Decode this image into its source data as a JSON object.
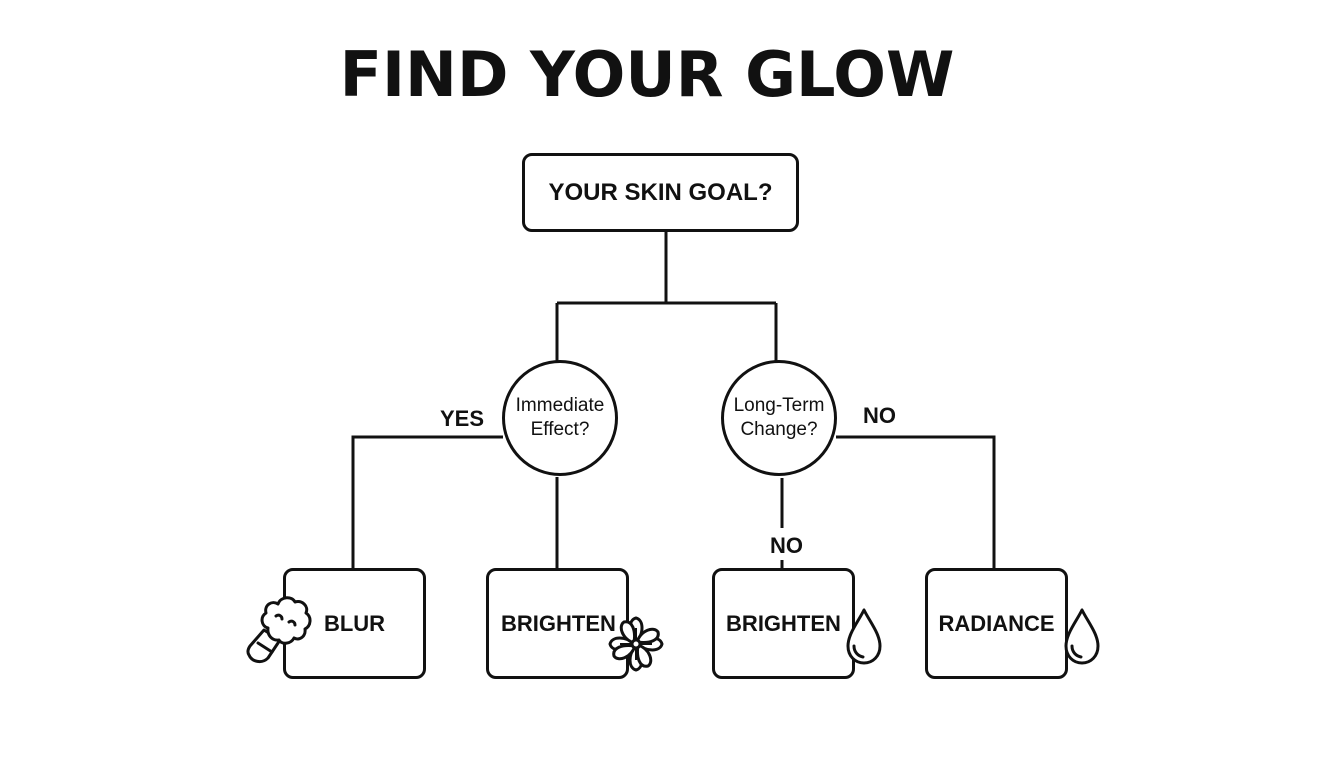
{
  "title": "FIND YOUR GLOW",
  "root": {
    "label": "YOUR SKIN GOAL?"
  },
  "decisions": [
    {
      "line1": "Immediate",
      "line2": "Effect?"
    },
    {
      "line1": "Long-Term",
      "line2": "Change?"
    }
  ],
  "edge_labels": {
    "yes_left": "YES",
    "no_right": "NO",
    "no_down": "NO"
  },
  "results": [
    {
      "label": "BLUR",
      "icon": "cotton-puff-icon"
    },
    {
      "label": "BRIGHTEN",
      "icon": "flower-icon"
    },
    {
      "label": "BRIGHTEN",
      "icon": "droplet-icon"
    },
    {
      "label": "RADIANCE",
      "icon": "droplet-icon"
    }
  ],
  "colors": {
    "ink": "#111111",
    "background": "#ffffff"
  }
}
